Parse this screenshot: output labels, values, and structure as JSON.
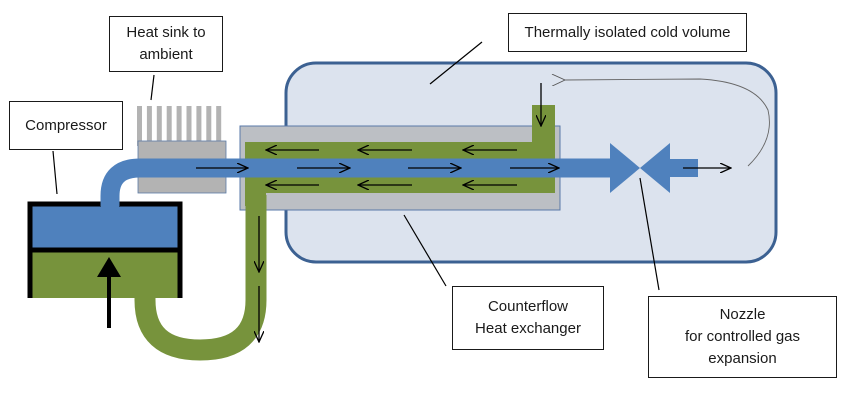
{
  "title": "Cryocooler / Joule-Thomson refrigeration cycle schematic",
  "colors": {
    "hot_gas": "#4f81bd",
    "return_gas": "#77933c",
    "cold_volume_fill": "#dce3ee",
    "cold_volume_border": "#3c6192",
    "heat_exchanger_fill": "#bcbfc4",
    "heat_sink": "#b3b3b3",
    "outline": "#000000"
  },
  "labels": {
    "heat_sink": [
      "Heat sink to",
      "ambient"
    ],
    "compressor": [
      "Compressor"
    ],
    "cold_volume": [
      "Thermally isolated cold volume"
    ],
    "heat_exchanger": [
      "Counterflow",
      "Heat exchanger"
    ],
    "nozzle": [
      "Nozzle",
      "for controlled gas",
      "expansion"
    ]
  },
  "components": [
    {
      "id": "compressor",
      "description": "piston compressor with high-pressure (blue) and low-pressure (green) chambers"
    },
    {
      "id": "heat_sink",
      "description": "finned heat sink on the hot gas line"
    },
    {
      "id": "heat_exchanger",
      "description": "counterflow heat exchanger, blue line inside green return jacket"
    },
    {
      "id": "nozzle",
      "description": "expansion nozzle inside the cold volume"
    },
    {
      "id": "cold_volume",
      "description": "rounded thermally isolated enclosure"
    }
  ],
  "flows": {
    "hot_line_direction": "right",
    "return_jacket_direction": "left",
    "return_pipe_direction": "down",
    "piston_direction": "up"
  }
}
